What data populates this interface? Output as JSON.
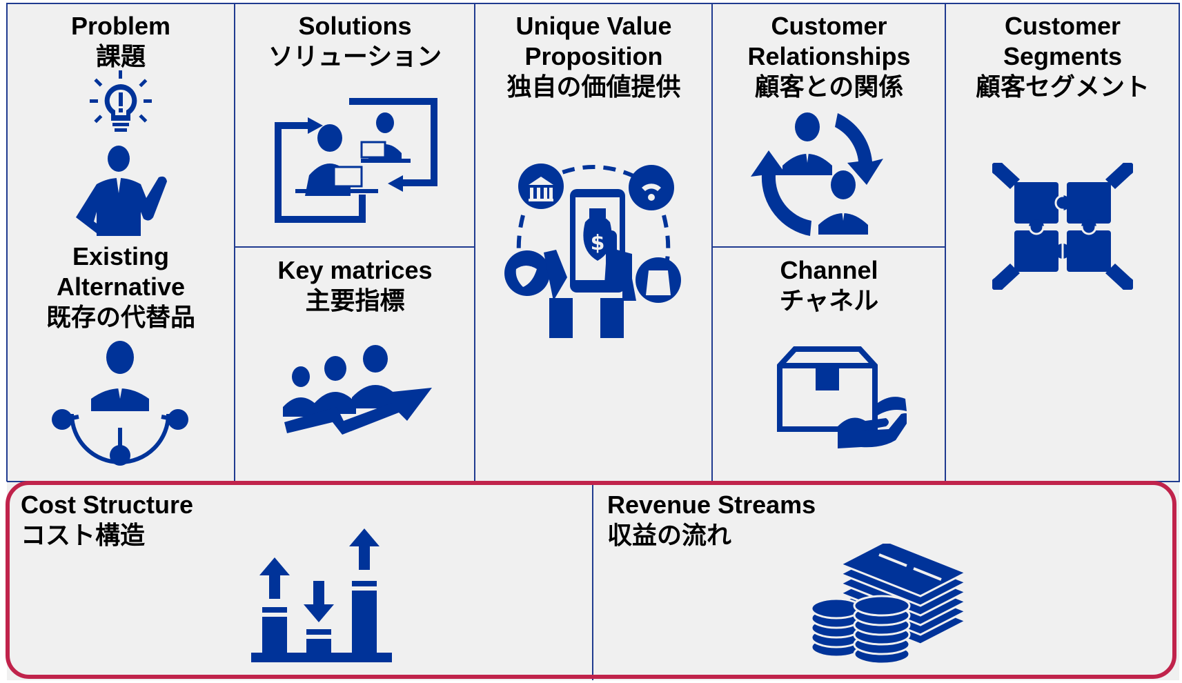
{
  "colors": {
    "icon": "#003399",
    "border": "#1f3a8f",
    "highlight": "#c0234b",
    "cell_background": "#f0f0f0"
  },
  "problem": {
    "title_en": "Problem",
    "title_jp": "課題",
    "icon": "idea-person-icon"
  },
  "existing_alternative": {
    "title_en1": "Existing",
    "title_en2": "Alternative",
    "title_jp": "既存の代替品",
    "icon": "network-person-icon"
  },
  "solutions": {
    "title_en": "Solutions",
    "title_jp": "ソリューション",
    "icon": "video-call-icon"
  },
  "key_matrices": {
    "title_en": "Key matrices",
    "title_jp": "主要指標",
    "icon": "growth-team-icon"
  },
  "uvp": {
    "title_en1": "Unique Value",
    "title_en2": "Proposition",
    "title_jp": "独自の価値提供",
    "icon": "mobile-payment-icon"
  },
  "customer_relationships": {
    "title_en1": "Customer",
    "title_en2": "Relationships",
    "title_jp": "顧客との関係",
    "icon": "cycle-people-icon"
  },
  "channel": {
    "title_en": "Channel",
    "title_jp": "チャネル",
    "icon": "delivery-box-icon"
  },
  "customer_segments": {
    "title_en1": "Customer",
    "title_en2": "Segments",
    "title_jp": "顧客セグメント",
    "icon": "puzzle-icon"
  },
  "cost_structure": {
    "title_en": "Cost Structure",
    "title_jp": "コスト構造",
    "icon": "bar-arrows-icon"
  },
  "revenue_streams": {
    "title_en": "Revenue Streams",
    "title_jp": "収益の流れ",
    "icon": "money-stack-icon"
  }
}
